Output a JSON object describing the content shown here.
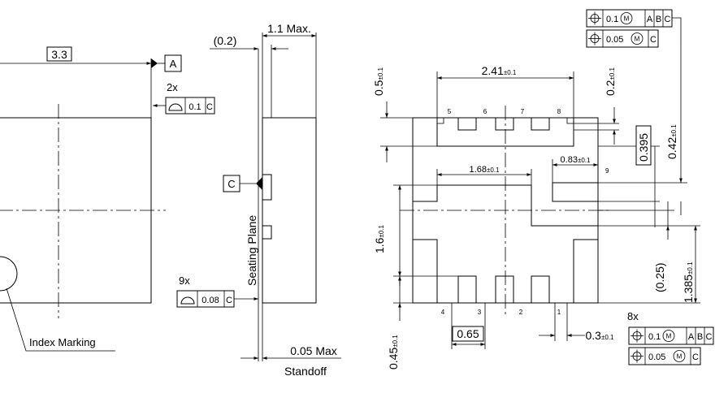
{
  "side_view": {
    "dim_width": "3.3",
    "datum_a": "A",
    "multiplier_2x": "2x",
    "flat_top_value": "0.1",
    "flat_top_datum": "C",
    "multiplier_9x": "9x",
    "flat_bottom_value": "0.08",
    "flat_bottom_datum": "C",
    "index_marking": "Index Marking"
  },
  "profile_view": {
    "dim_02": "(0.2)",
    "dim_11_max": "1.1 Max.",
    "datum_c": "C",
    "seating_plane": "Seating Plane",
    "dim_005_max": "0.05 Max",
    "standoff": "Standoff"
  },
  "top_fcf": {
    "row1_value": "0.1",
    "row1_datum1": "A",
    "row1_datum2": "B",
    "row1_datum3": "C",
    "row2_value": "0.05",
    "row2_datum": "C"
  },
  "footprint": {
    "dim_05": "0.5",
    "tol_05": "±0.1",
    "dim_241": "2.41",
    "tol_241": "±0.1",
    "dim_02": "0.2",
    "tol_02": "±0.1",
    "dim_042": "0.42",
    "tol_042": "±0.1",
    "pin5": "5",
    "pin6": "6",
    "pin7": "7",
    "pin8": "8",
    "dim_0395": "0.395",
    "dim_083": "0.83",
    "tol_083": "±0.1",
    "pin9": "9",
    "dim_168": "1.68",
    "tol_168": "±0.1",
    "dim_16": "1.6",
    "tol_16": "±0.1",
    "dim_025": "(0.25)",
    "dim_1385": "1.385",
    "tol_1385": "±0.1",
    "pin4": "4",
    "pin3": "3",
    "pin2": "2",
    "pin1": "1",
    "dim_065": "0.65",
    "dim_045": "0.45",
    "tol_045": "±0.1",
    "dim_03": "0.3",
    "tol_03": "±0.1",
    "multiplier_8x": "8x"
  },
  "bottom_fcf": {
    "row1_value": "0.1",
    "row1_datum1": "A",
    "row1_datum2": "B",
    "row1_datum3": "C",
    "row2_value": "0.05",
    "row2_datum": "C"
  }
}
